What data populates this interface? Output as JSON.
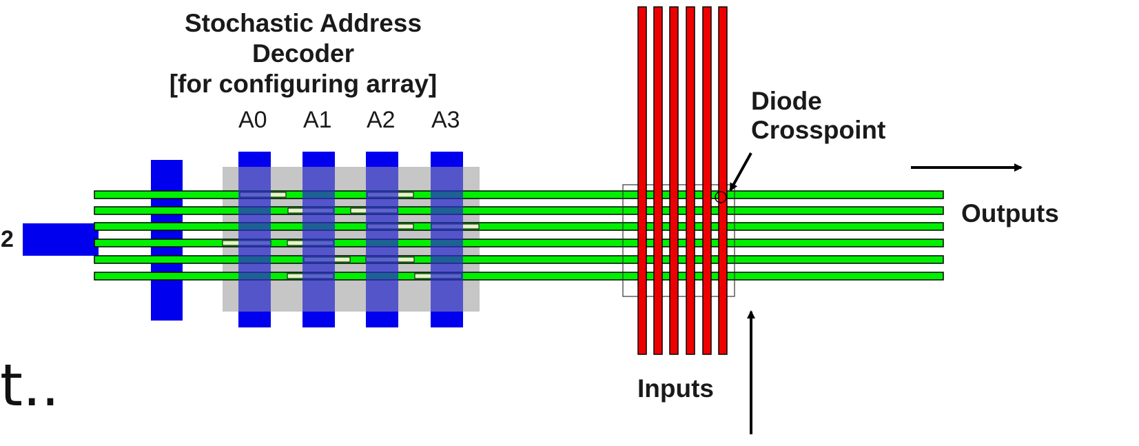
{
  "title": {
    "line1": "Stochastic Address",
    "line2": "Decoder",
    "line3": "[for configuring array]"
  },
  "address_lines": [
    "A0",
    "A1",
    "A2",
    "A3"
  ],
  "labels": {
    "diode_line1": "Diode",
    "diode_line2": "Crosspoint",
    "outputs": "Outputs",
    "inputs": "Inputs",
    "left_fragment": "2",
    "bottom_fragment": "t.."
  },
  "colors": {
    "nanowire_fill": "#00f000",
    "segment_fill": "#e6f4c8",
    "address_wire": "#0000ee",
    "address_overlay": "#4a4aaa",
    "decoder_region": "#c6c6c6",
    "input_wire": "#ee0000",
    "outline": "#000000"
  }
}
